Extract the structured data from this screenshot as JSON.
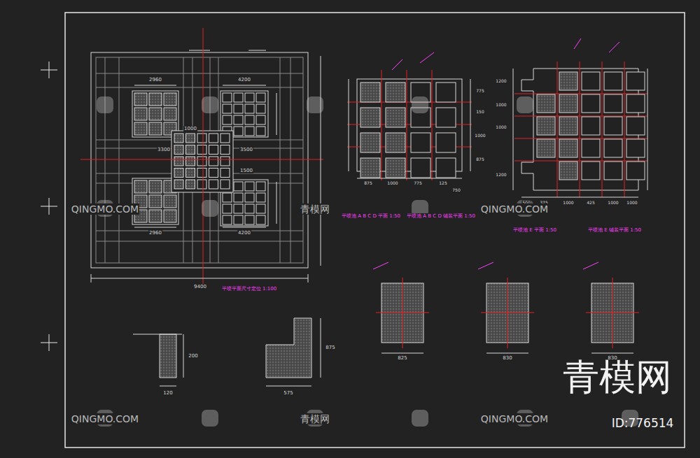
{
  "diagram": {
    "labels": [
      "平喷平面尺寸定位 1:100",
      "9400",
      "2960",
      "4200",
      "2960",
      "4200",
      "3300",
      "3500",
      "1500",
      "1000",
      "平喷池 A B C D 平面 1:50",
      "平喷池 A B C D 铺装平面 1:50",
      "平喷池 E 平面 1:50",
      "平喷池 E 铺装平面 1:50",
      "875",
      "1000",
      "775",
      "125",
      "750",
      "775",
      "150",
      "1000",
      "875",
      "500",
      "375",
      "1000",
      "425",
      "1000",
      "1000",
      "1200",
      "1000",
      "1000",
      "1200",
      "825",
      "830",
      "830",
      "575",
      "875",
      "120",
      "200",
      "QINGMO.COM",
      "QINGMO.COM",
      "QINGMO.COM",
      "QINGMO.COM",
      "青模网",
      "青模网",
      "青模网",
      "ID:776514"
    ]
  }
}
